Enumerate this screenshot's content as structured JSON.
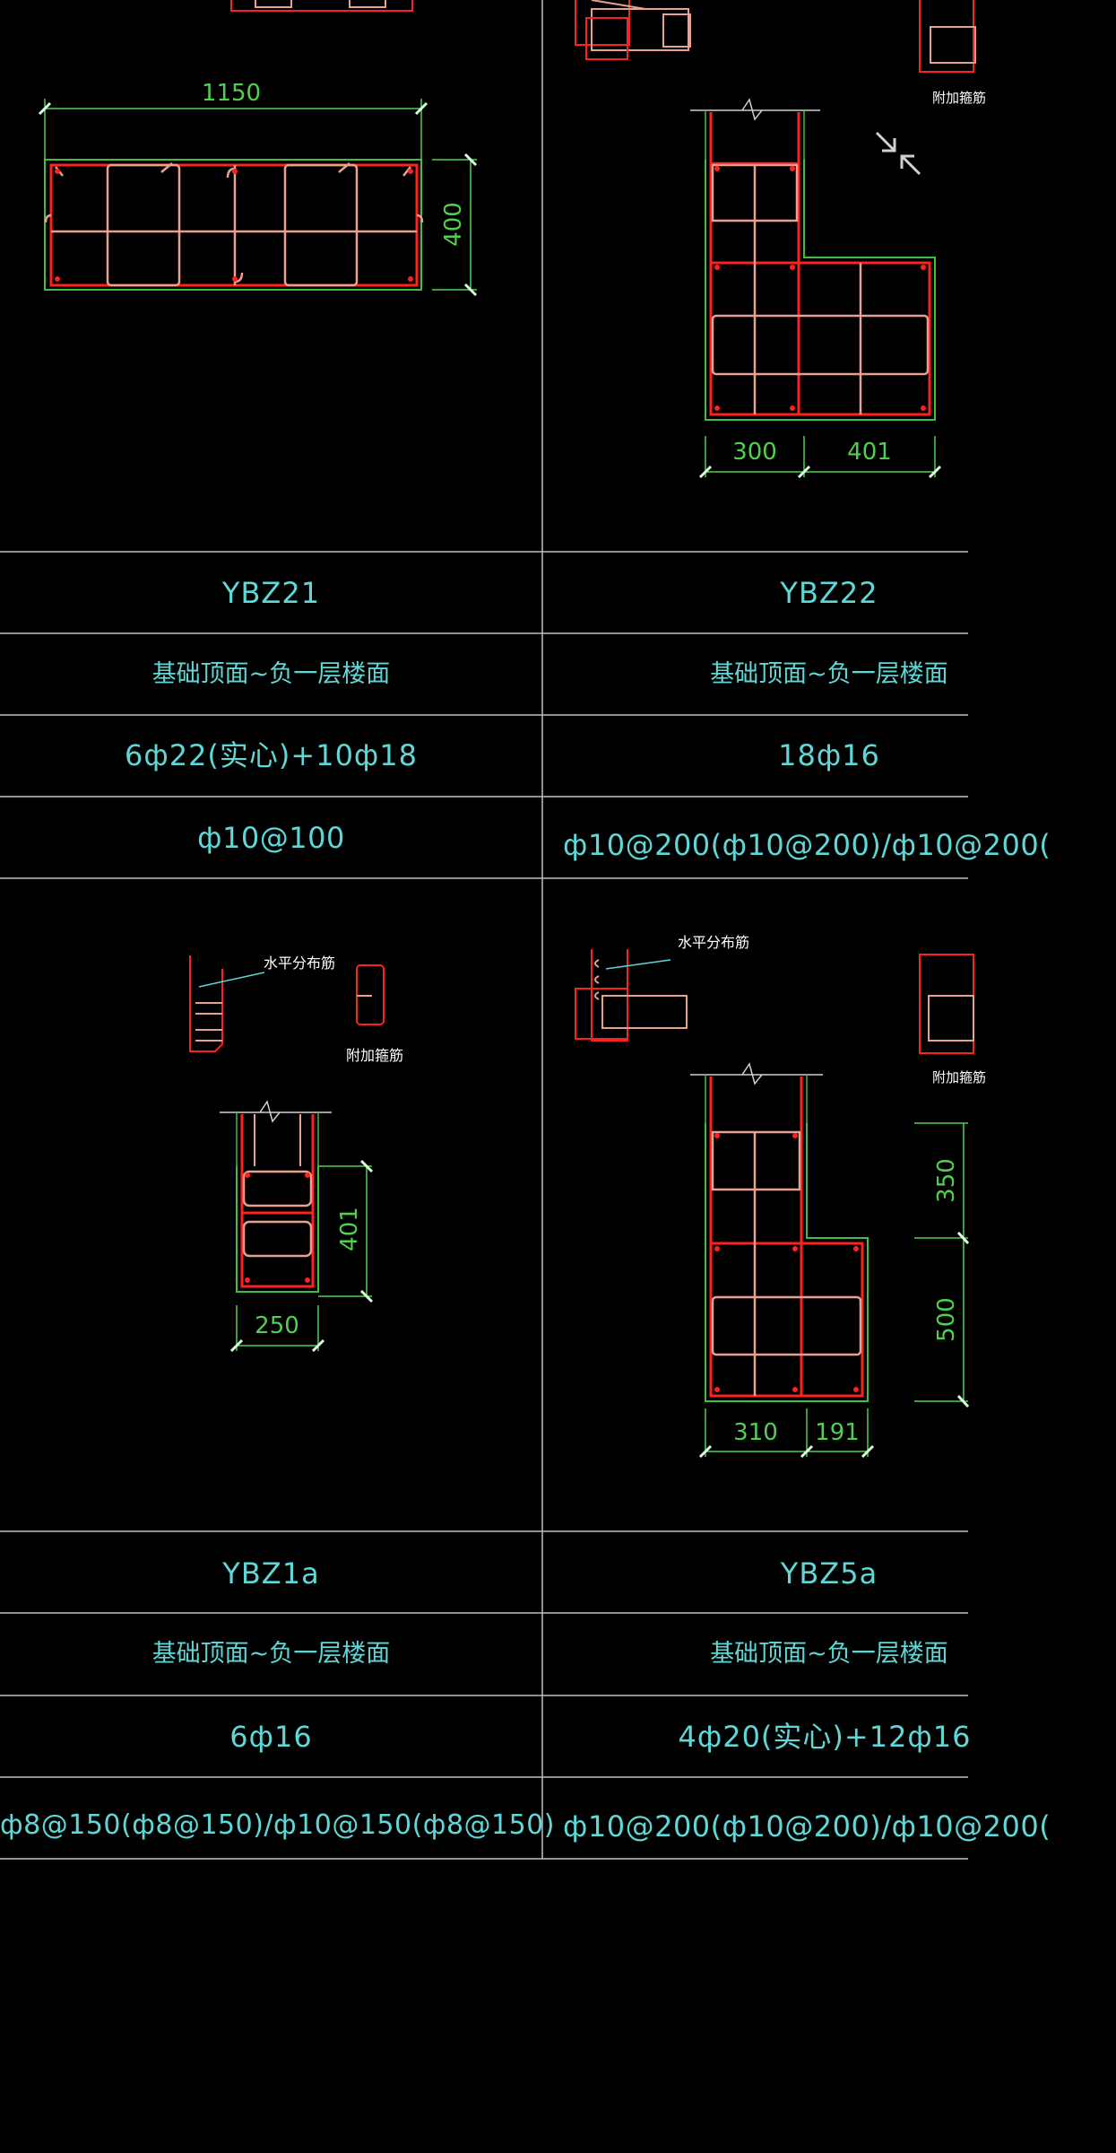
{
  "colors": {
    "background": "#000000",
    "grid_line": "#bfbfbf",
    "table_text": "#5fd7d7",
    "outline_green": "#3fbf3f",
    "main_rebar": "#ff2020",
    "tie_rebar": "#e8a090",
    "dimension": "#4fd14f",
    "tick": "#d8ffd8"
  },
  "dimensions": {
    "ybz21_width": "1150",
    "ybz21_height": "400",
    "ybz22_left": "300",
    "ybz22_right": "401",
    "ybz1a_height": "401",
    "ybz1a_width": "250",
    "ybz5a_left": "310",
    "ybz5a_right": "191",
    "ybz5a_upper": "350",
    "ybz5a_lower": "500"
  },
  "notes": {
    "horizontal_bars_1": "水平分布筋",
    "additional_ties_1": "附加箍筋",
    "horizontal_bars_2": "水平分布筋",
    "additional_ties_2": "附加箍筋",
    "additional_ties_top_right": "附加箍筋",
    "additional_ties_mid_right": "附加箍筋"
  },
  "table": {
    "row1": {
      "left": {
        "name": "YBZ21",
        "floor": "基础顶面~负一层楼面",
        "rebar": "6ф22(实心)+10ф18",
        "stirrup": "ф10@100"
      },
      "right": {
        "name": "YBZ22",
        "floor": "基础顶面~负一层楼面",
        "rebar": "18ф16",
        "stirrup": "ф10@200(ф10@200)/ф10@200("
      }
    },
    "row2": {
      "left": {
        "name": "YBZ1a",
        "floor": "基础顶面~负一层楼面",
        "rebar": "6ф16",
        "stirrup": "ф8@150(ф8@150)/ф10@150(ф8@150)"
      },
      "right": {
        "name": "YBZ5a",
        "floor": "基础顶面~负一层楼面",
        "rebar": "4ф20(实心)+12ф16",
        "stirrup": "ф10@200(ф10@200)/ф10@200("
      }
    }
  },
  "controls": {
    "collapse_icon": "collapse-arrows-icon"
  }
}
